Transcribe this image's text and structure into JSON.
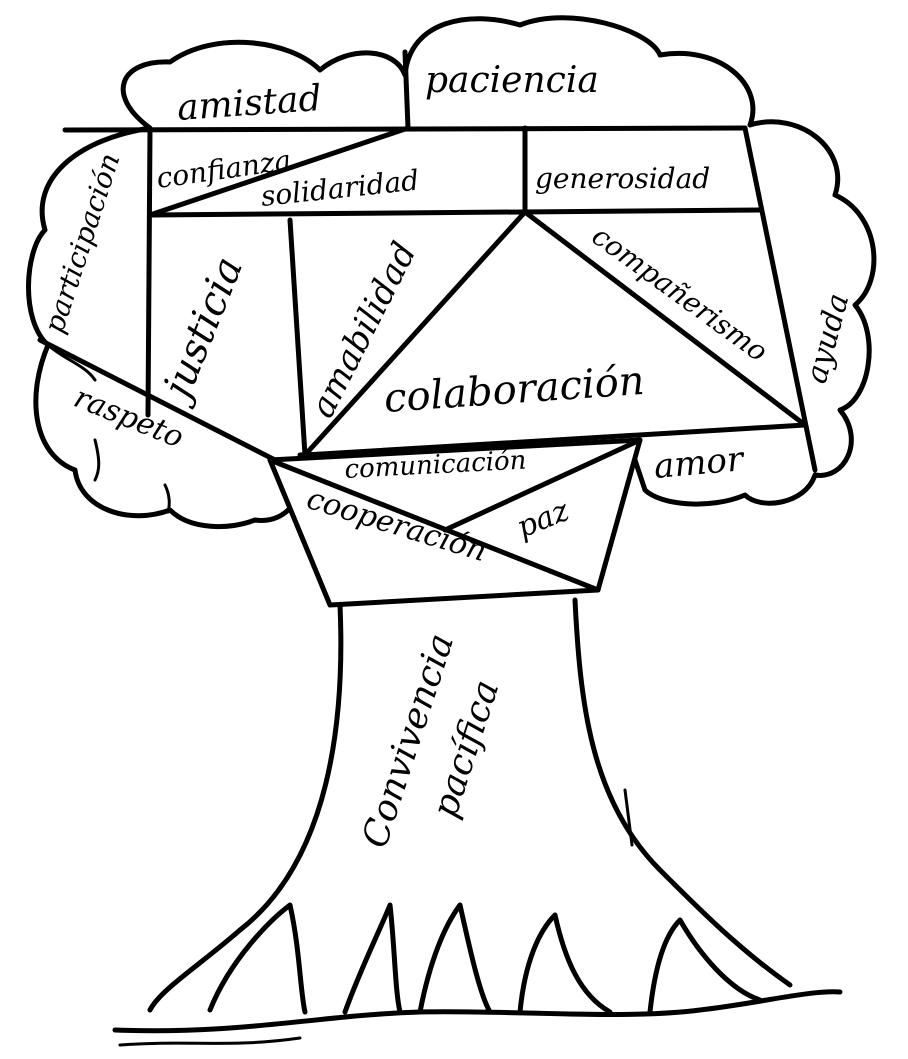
{
  "diagram": {
    "crown": {
      "amistad": "amistad",
      "paciencia": "paciencia",
      "confianza": "confianza",
      "solidaridad": "solidaridad",
      "generosidad": "generosidad",
      "participacion": "participación",
      "justicia": "justicia",
      "amabilidad": "amabilidad",
      "companerismo": "compañerismo",
      "ayuda": "ayuda",
      "colaboracion": "colaboración",
      "respeto": "raspeto",
      "amor": "amor"
    },
    "trunk_top": {
      "comunicacion": "comunicación",
      "cooperacion": "cooperación",
      "paz": "paz"
    },
    "trunk": {
      "line1": "Convivencia",
      "line2": "pacífica"
    }
  }
}
